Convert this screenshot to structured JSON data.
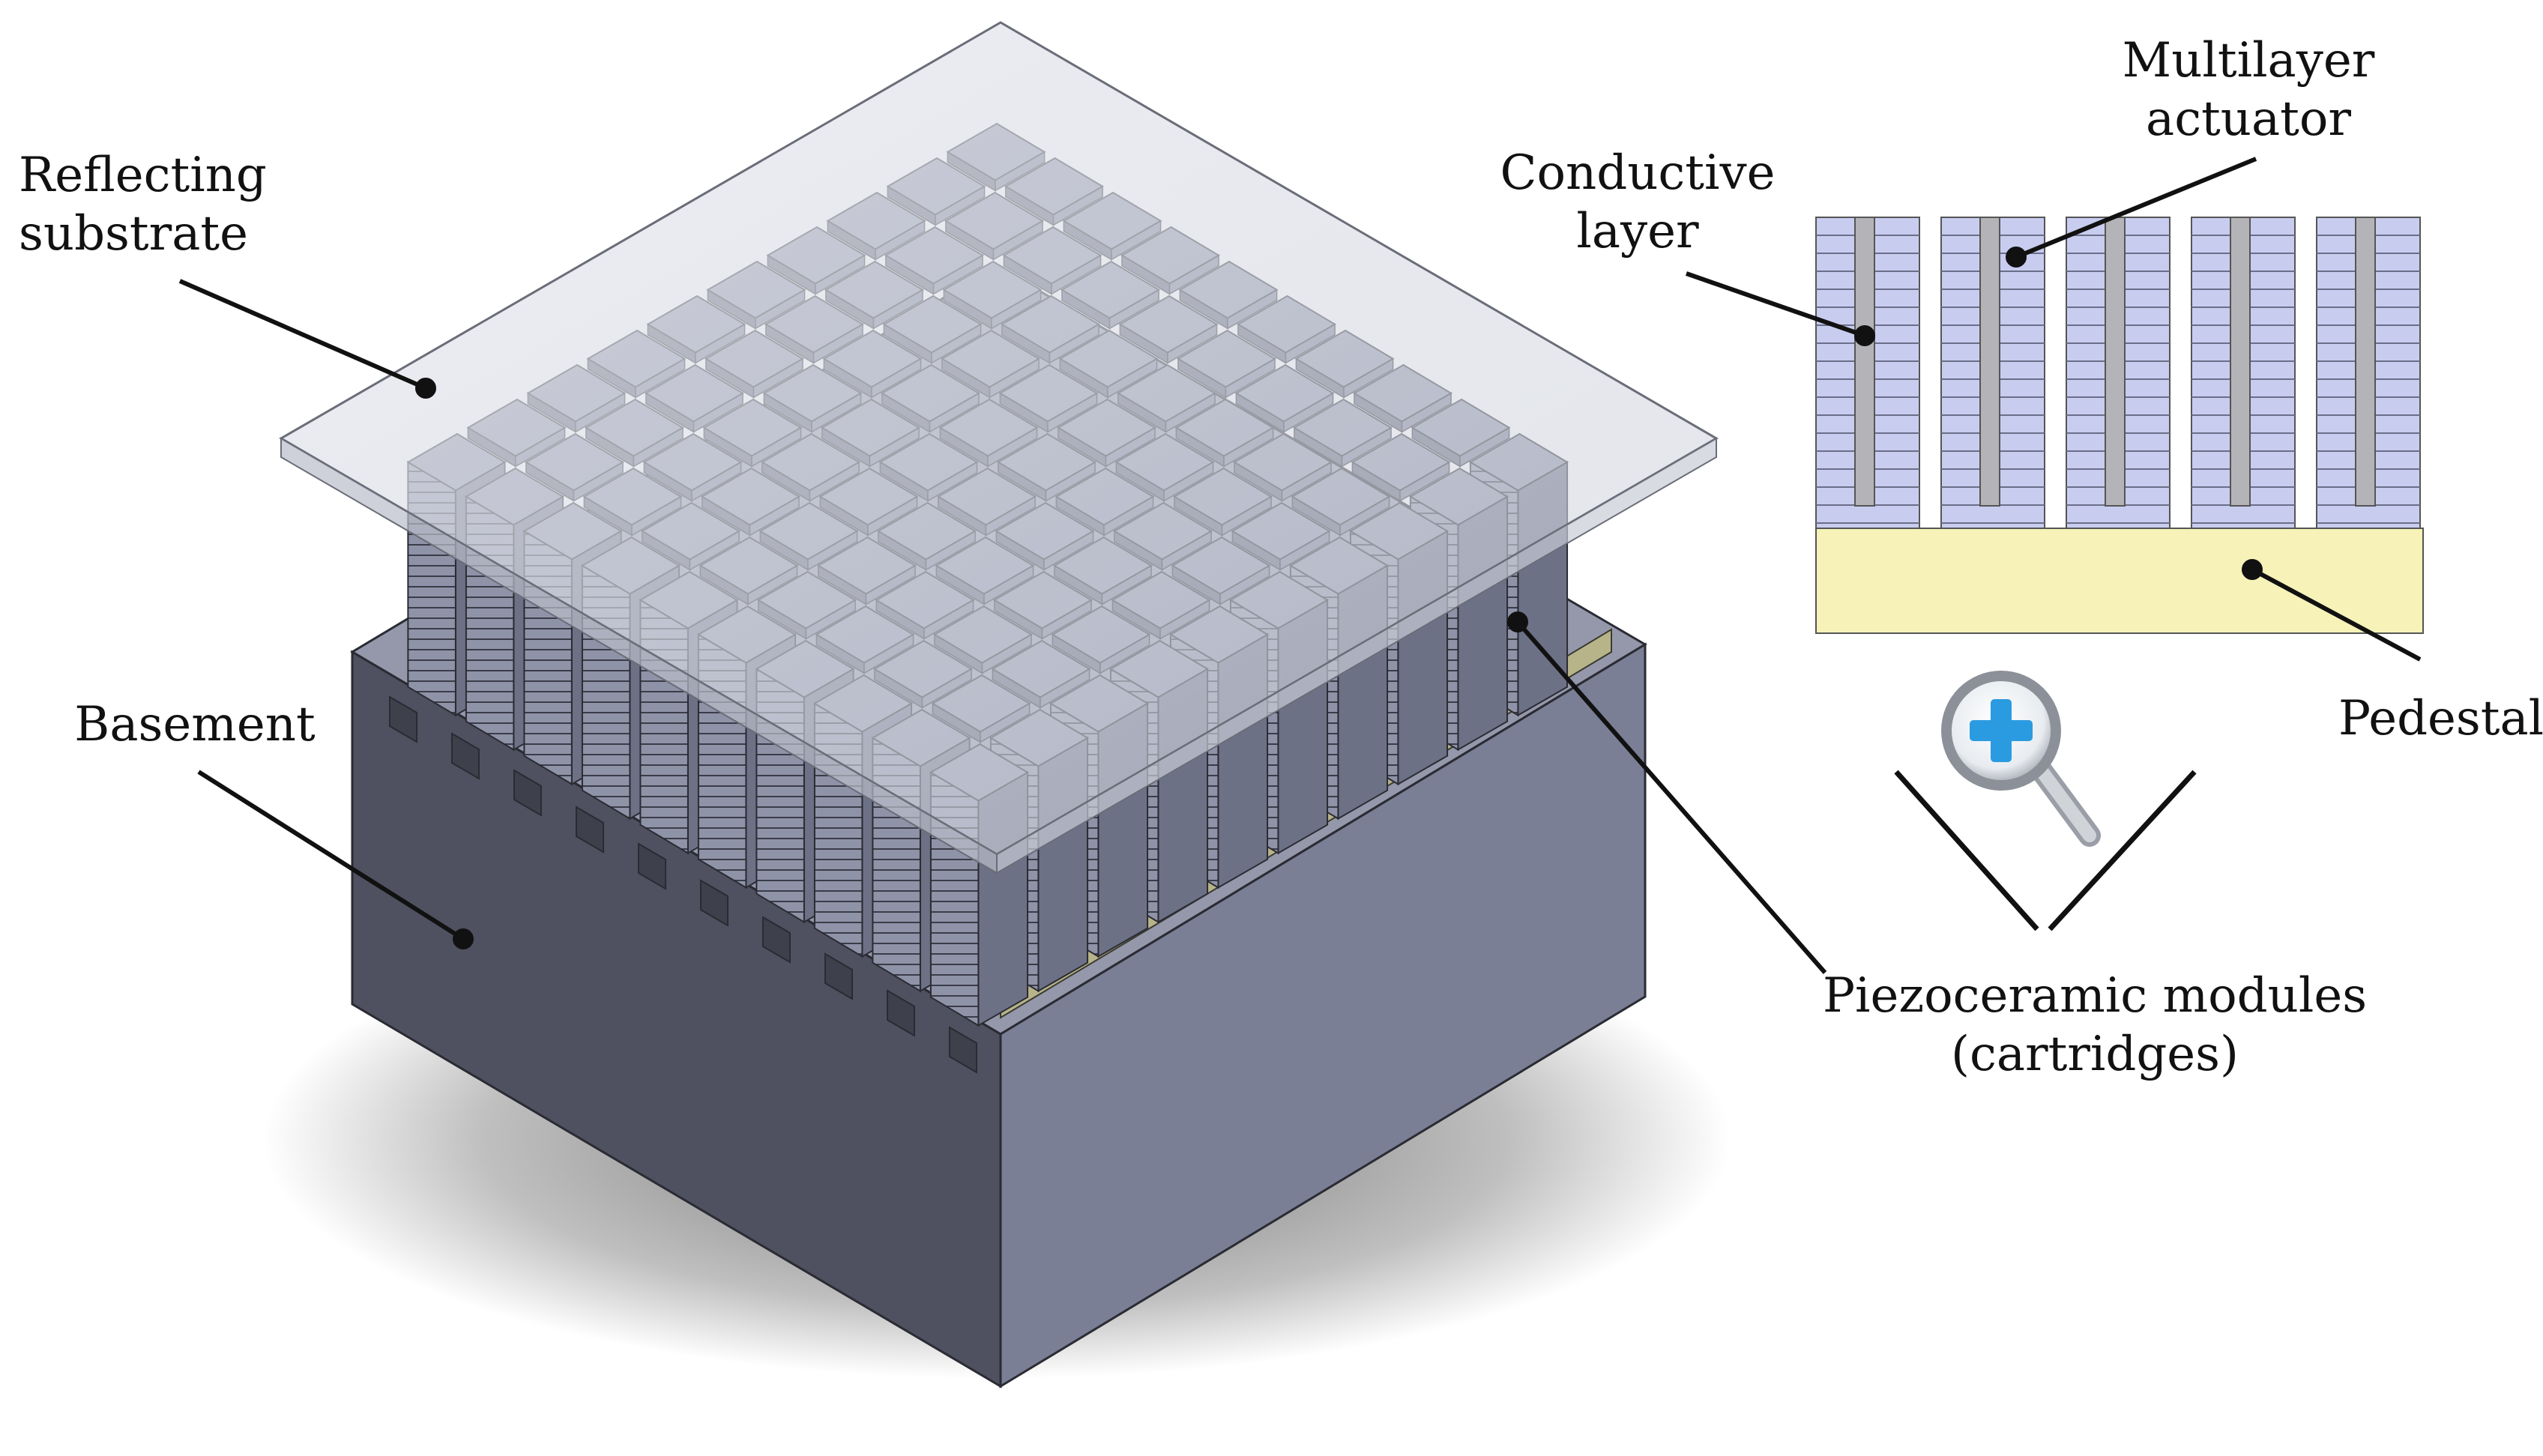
{
  "labels": {
    "reflecting_substrate": [
      "Reflecting",
      "substrate"
    ],
    "basement": "Basement",
    "conductive_layer": [
      "Conductive",
      "layer"
    ],
    "multilayer_actuator": [
      "Multilayer",
      "actuator"
    ],
    "pedestal": "Pedestal",
    "piezoceramic_modules": [
      "Piezoceramic modules",
      "(cartridges)"
    ]
  },
  "icons": {
    "zoom": "zoom-in-magnifier-icon"
  },
  "colors": {
    "basement_front": "#4f5160",
    "basement_side": "#7b7f95",
    "actuator_cap": "#8f93a8",
    "substrate": "#d9dce6",
    "pedestal": "#f6f2b8",
    "layer_fill": "#c8cdf0",
    "conductive_rod": "#b4b4b8",
    "leader_line": "#111111"
  }
}
